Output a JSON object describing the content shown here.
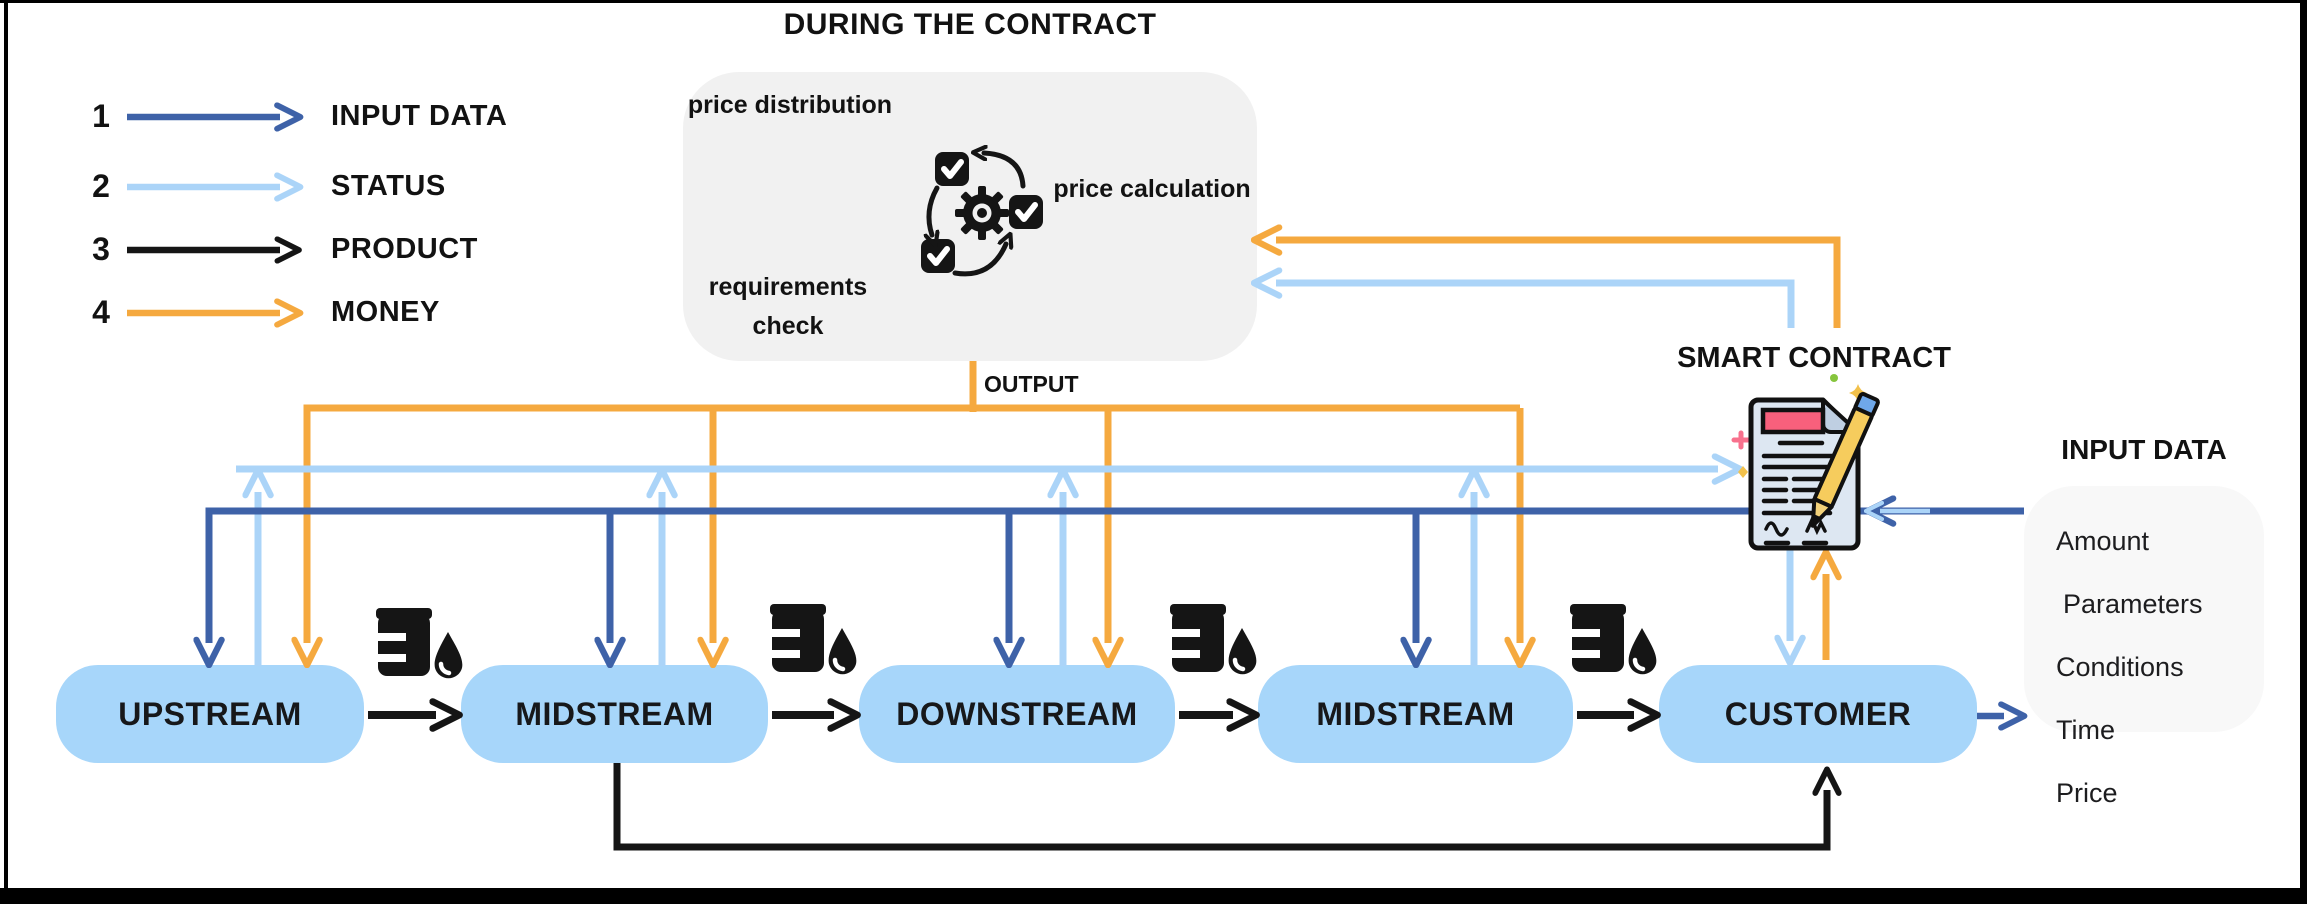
{
  "legend": {
    "items": [
      {
        "num": "1",
        "label": "INPUT DATA",
        "color": "#3e62a8"
      },
      {
        "num": "2",
        "label": "STATUS",
        "color": "#abd4f8"
      },
      {
        "num": "3",
        "label": "PRODUCT",
        "color": "#151515"
      },
      {
        "num": "4",
        "label": "MONEY",
        "color": "#f5a93f"
      }
    ]
  },
  "during_contract": {
    "title": "DURING THE CONTRACT",
    "steps": {
      "distribution": "price distribution",
      "calculation": "price calculation",
      "requirements": "requirements check"
    },
    "output_label": "OUTPUT"
  },
  "smart_contract": {
    "label": "SMART CONTRACT"
  },
  "input_data": {
    "title": "INPUT DATA",
    "items": [
      "Amount",
      "Parameters",
      "Conditions",
      "Time",
      "Price"
    ]
  },
  "chain": {
    "nodes": [
      "UPSTREAM",
      "MIDSTREAM",
      "DOWNSTREAM",
      "MIDSTREAM",
      "CUSTOMER"
    ]
  },
  "colors": {
    "input_data_flow": "#3e62a8",
    "status_flow": "#abd4f8",
    "product_flow": "#151515",
    "money_flow": "#f5a93f",
    "node_fill": "#a7d6fa",
    "contract_panel_fill": "#f1f1f1",
    "input_list_fill": "#f8f8f8",
    "document_paper": "#dde7f2",
    "document_header": "#f8607c",
    "pen_body": "#f6cc5d"
  },
  "icons": [
    "gear-cycle-icon",
    "checkbox-icon",
    "oil-barrel-icon",
    "oil-drop-icon",
    "smart-contract-document-icon",
    "pen-icon",
    "sparkle-icon"
  ]
}
